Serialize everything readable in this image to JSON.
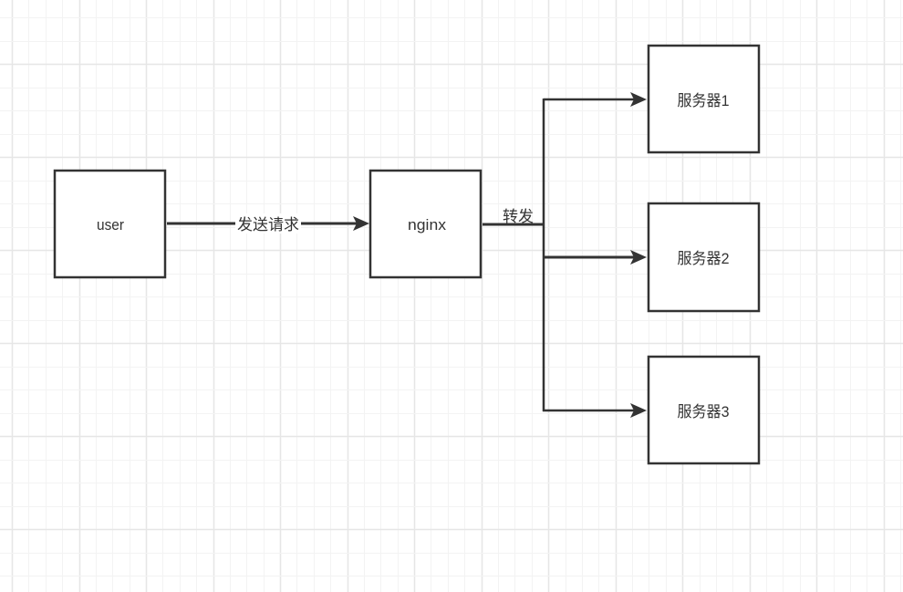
{
  "diagram": {
    "type": "flowchart",
    "colors": {
      "stroke": "#333333",
      "text": "#333333",
      "node_fill": "#ffffff",
      "grid_minor": "#f3f3f3",
      "grid_major": "#e6e6e6",
      "background": "#ffffff"
    },
    "nodes": [
      {
        "id": "user",
        "label": "user"
      },
      {
        "id": "nginx",
        "label": "nginx"
      },
      {
        "id": "server1",
        "label": "服务器1"
      },
      {
        "id": "server2",
        "label": "服务器2"
      },
      {
        "id": "server3",
        "label": "服务器3"
      }
    ],
    "edges": [
      {
        "from": "user",
        "to": "nginx",
        "label": "发送请求"
      },
      {
        "from": "nginx",
        "to": "server1",
        "label": "转发"
      },
      {
        "from": "nginx",
        "to": "server2",
        "label": ""
      },
      {
        "from": "nginx",
        "to": "server3",
        "label": ""
      }
    ]
  }
}
